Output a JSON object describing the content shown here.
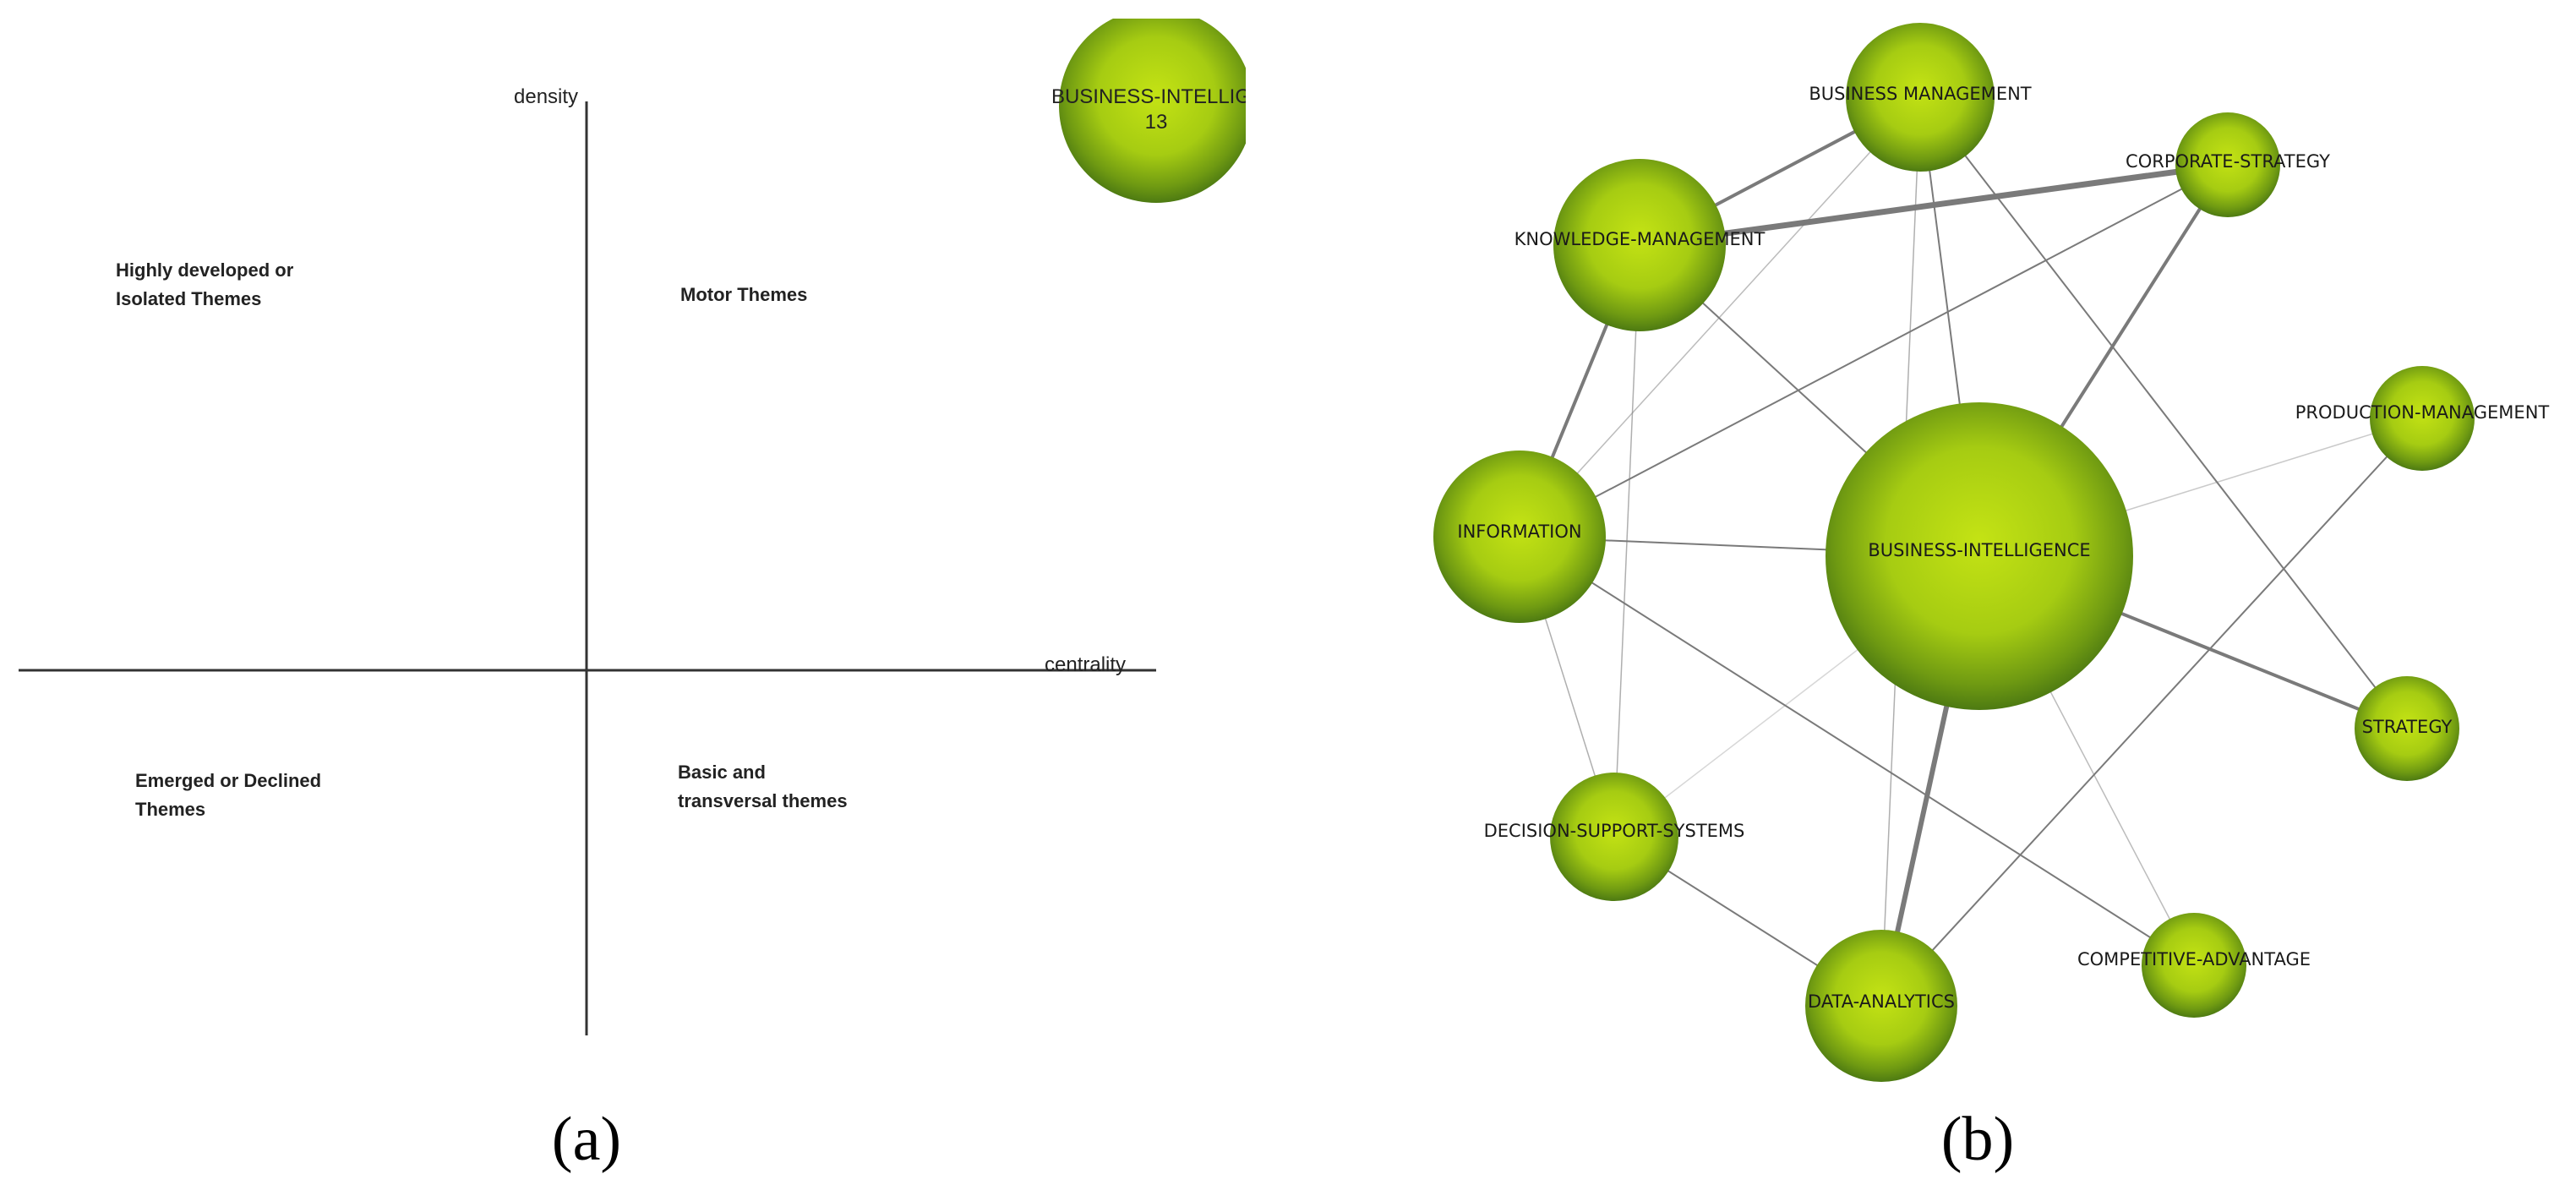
{
  "panel_a": {
    "axis_density_label": "density",
    "axis_centrality_label": "centrality",
    "quadrants": {
      "top_left": [
        "Highly developed or",
        "Isolated   Themes"
      ],
      "top_right": [
        "Motor Themes"
      ],
      "bottom_left": [
        "Emerged or Declined",
        "Themes"
      ],
      "bottom_right": [
        "Basic and",
        "transversal themes"
      ]
    },
    "cluster": {
      "label": "BUSINESS-INTELLIGE",
      "count": "13"
    }
  },
  "panel_b": {
    "nodes": [
      {
        "id": "business-intelligence",
        "label": "BUSINESS-INTELLIGENCE"
      },
      {
        "id": "business-management",
        "label": "BUSINESS MANAGEMENT"
      },
      {
        "id": "corporate-strategy",
        "label": "CORPORATE-STRATEGY"
      },
      {
        "id": "knowledge-management",
        "label": "KNOWLEDGE-MANAGEMENT"
      },
      {
        "id": "production-management",
        "label": "PRODUCTION-MANAGEMENT"
      },
      {
        "id": "information",
        "label": "INFORMATION"
      },
      {
        "id": "strategy",
        "label": "STRATEGY"
      },
      {
        "id": "decision-support-systems",
        "label": "DECISION-SUPPORT-SYSTEMS"
      },
      {
        "id": "competitive-advantage",
        "label": "COMPETITIVE-ADVANTAGE"
      },
      {
        "id": "data-analytics",
        "label": "DATA-ANALYTICS"
      }
    ]
  },
  "captions": {
    "a": "(a)",
    "b": "(b)"
  },
  "colors": {
    "node_light": "#c4e314",
    "node_dark": "#4d7a12",
    "edge": "#7a7a7a"
  }
}
